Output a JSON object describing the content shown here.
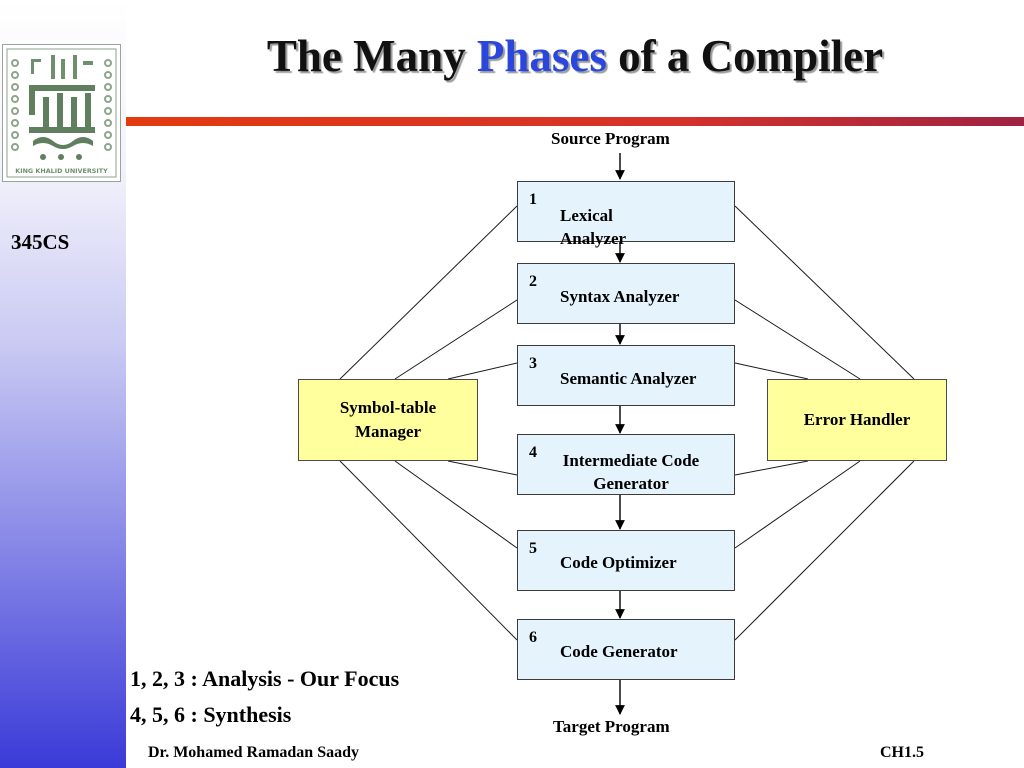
{
  "slide": {
    "title_pre": "The Many",
    "title_highlight": "Phases",
    "title_post": "of a Compiler",
    "course": "345CS",
    "logo_text": "KING KHALID UNIVERSITY",
    "colors": {
      "title_highlight": "#2a46dc",
      "phase_fill": "#e5f3fd",
      "side_fill": "#ffff9e",
      "rule": "#e33a10"
    }
  },
  "diagram": {
    "input": "Source Program",
    "output": "Target Program",
    "phases": [
      {
        "num": "1",
        "name": "Lexical Analyzer"
      },
      {
        "num": "2",
        "name": "Syntax Analyzer"
      },
      {
        "num": "3",
        "name": "Semantic Analyzer"
      },
      {
        "num": "4",
        "name": "Intermediate Code Generator"
      },
      {
        "num": "5",
        "name": "Code Optimizer"
      },
      {
        "num": "6",
        "name": "Code Generator"
      }
    ],
    "symbol_table": "Symbol-table Manager",
    "error_handler": "Error Handler"
  },
  "notes": {
    "analysis": "1, 2, 3 :  Analysis - Our Focus",
    "synthesis": "4, 5, 6 :  Synthesis"
  },
  "footer": {
    "author": "Dr. Mohamed Ramadan Saady",
    "page": "CH1.5"
  }
}
